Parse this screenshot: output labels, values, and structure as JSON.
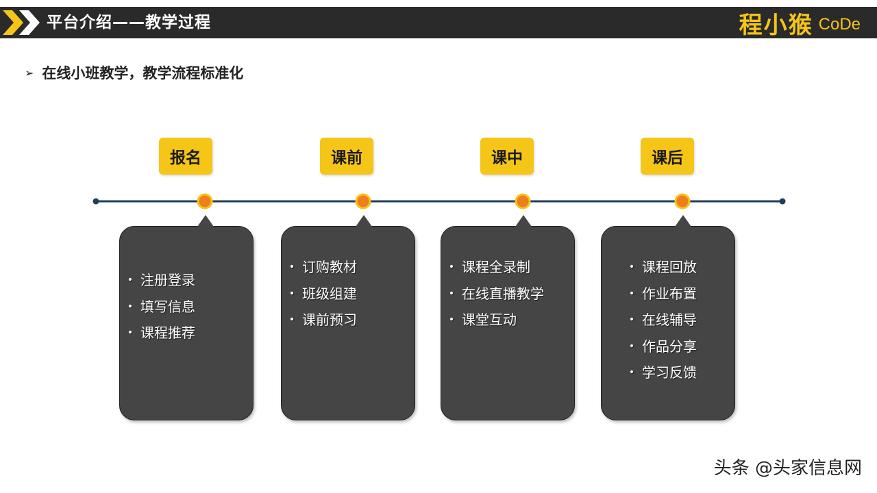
{
  "header": {
    "title": "平台介绍——教学过程",
    "brand_cn": "程小猴",
    "brand_en": "CoDe"
  },
  "subtitle": {
    "bullet": "➢",
    "text": "在线小班教学，教学流程标准化"
  },
  "colors": {
    "header_bg": "#2a2a2a",
    "accent": "#f5c518",
    "timeline": "#1f3e5a",
    "node": "#f07d1e",
    "card_bg": "#454545"
  },
  "stages": [
    {
      "label": "报名",
      "items": [
        "注册登录",
        "填写信息",
        "课程推荐"
      ]
    },
    {
      "label": "课前",
      "items": [
        "订购教材",
        "班级组建",
        "课前预习"
      ]
    },
    {
      "label": "课中",
      "items": [
        "课程全录制",
        "在线直播教学",
        "课堂互动"
      ]
    },
    {
      "label": "课后",
      "items": [
        "课程回放",
        "作业布置",
        "在线辅导",
        "作品分享",
        "学习反馈"
      ]
    }
  ],
  "watermark": "头条 @头家信息网"
}
